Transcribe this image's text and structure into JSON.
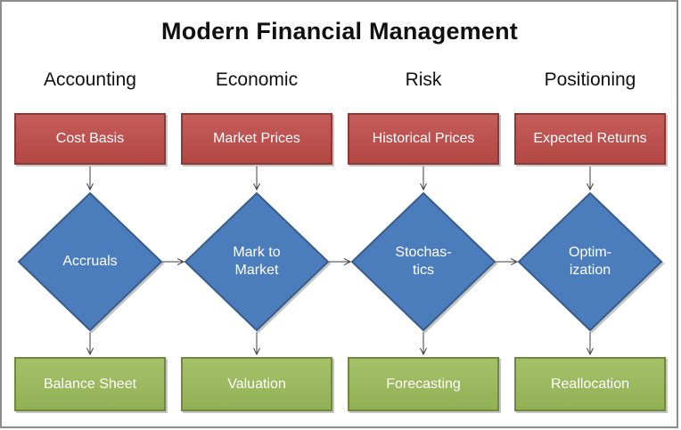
{
  "title": "Modern Financial Management",
  "colors": {
    "input_fill": "#BE4B48",
    "input_border": "#8C3836",
    "process_fill": "#4B7CBB",
    "process_border": "#385D8A",
    "output_fill": "#9BBB59",
    "output_border": "#71893F",
    "arrow": "#3F3F3F",
    "frame": "#8C8C8C",
    "shape_text": "#FFFFFF",
    "heading_text": "#111111"
  },
  "columns": [
    {
      "header": "Accounting",
      "input": "Cost Basis",
      "process_lines": [
        "Accruals"
      ],
      "output": "Balance Sheet"
    },
    {
      "header": "Economic",
      "input": "Market Prices",
      "process_lines": [
        "Mark to",
        "Market"
      ],
      "output": "Valuation"
    },
    {
      "header": "Risk",
      "input": "Historical Prices",
      "process_lines": [
        "Stochas-",
        "tics"
      ],
      "output": "Forecasting"
    },
    {
      "header": "Positioning",
      "input": "Expected Returns",
      "process_lines": [
        "Optim-",
        "ization"
      ],
      "output": "Reallocation"
    }
  ]
}
